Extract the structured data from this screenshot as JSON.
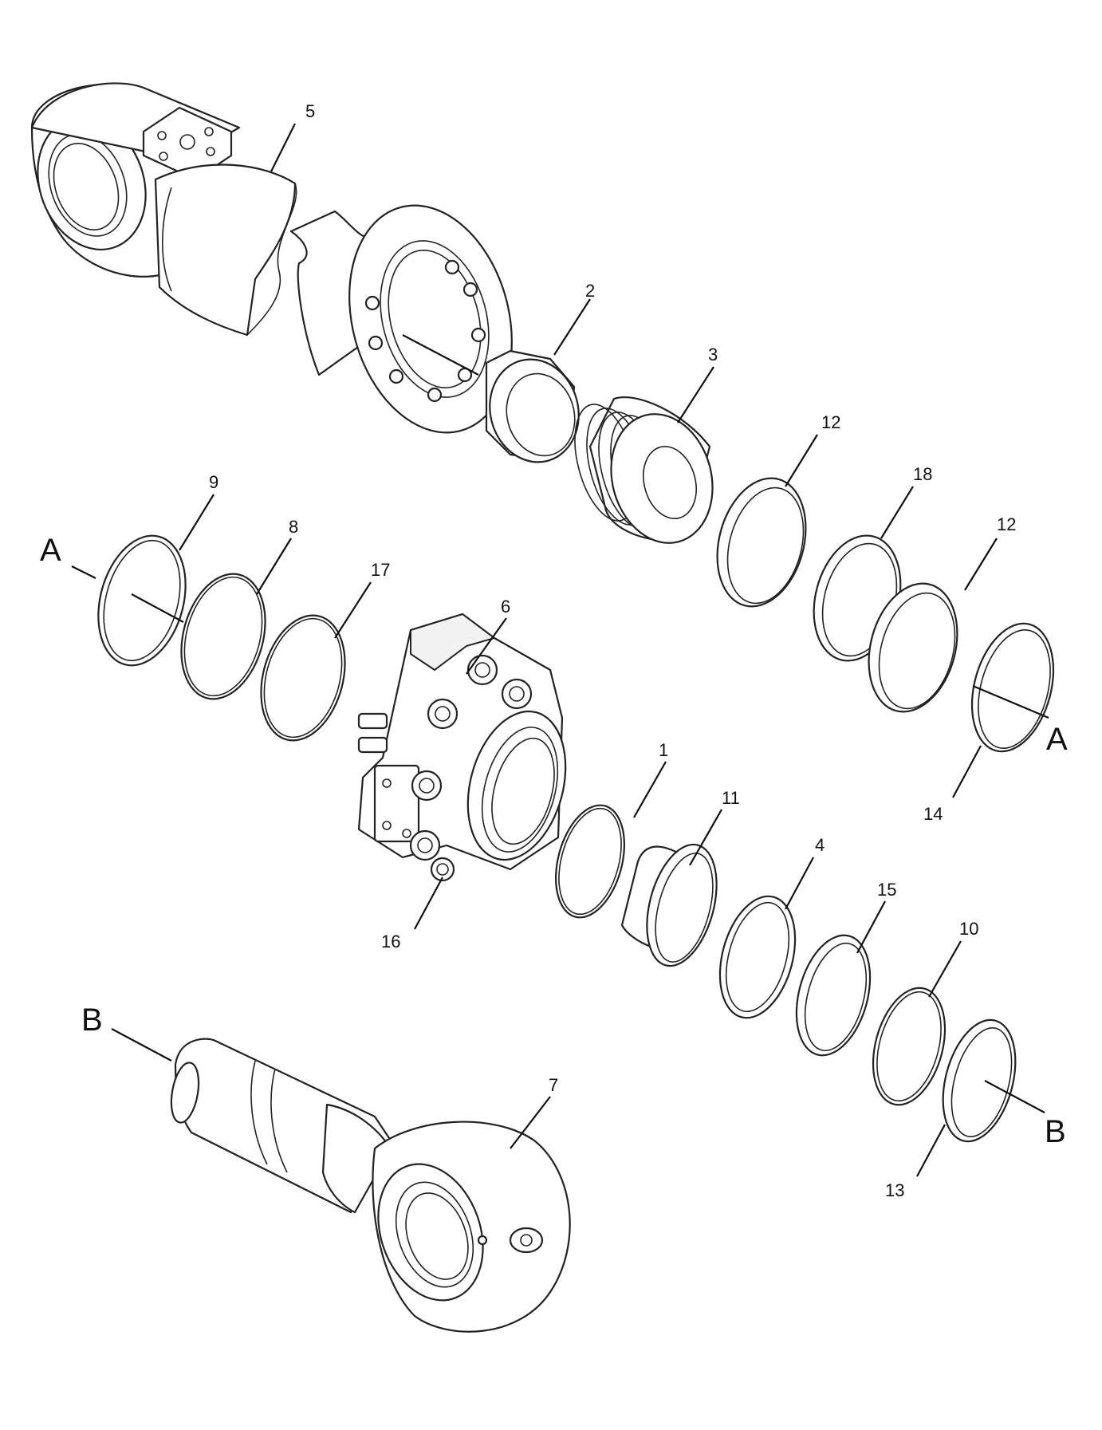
{
  "callouts": {
    "c1": "1",
    "c2": "2",
    "c3": "3",
    "c4": "4",
    "c5": "5",
    "c6": "6",
    "c7": "7",
    "c8": "8",
    "c9": "9",
    "c10": "10",
    "c11": "11",
    "c12a": "12",
    "c12b": "12",
    "c13": "13",
    "c14": "14",
    "c15": "15",
    "c16": "16",
    "c17": "17",
    "c18": "18"
  },
  "refs": {
    "a_left": "A",
    "a_right": "A",
    "b_left": "B",
    "b_right": "B"
  }
}
